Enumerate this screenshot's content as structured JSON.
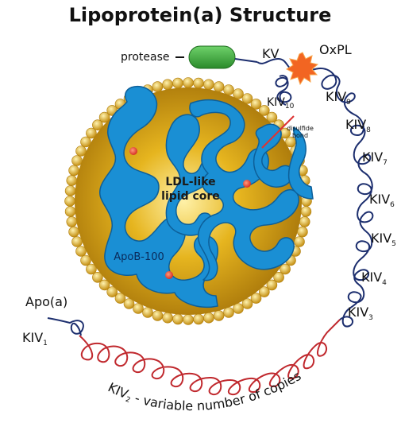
{
  "title": "Lipoprotein(a) Structure",
  "labels": {
    "protease": "protease",
    "kv": "KV",
    "oxpl": "OxPL",
    "disulfide": [
      "disulfide",
      "bond"
    ],
    "core": [
      "LDL-like",
      "lipid core"
    ],
    "apob": "ApoB-100",
    "apoa": "Apo(a)",
    "kiv2_caption": "- variable number of copies"
  },
  "kringles": [
    {
      "base": "KIV",
      "sub": "10"
    },
    {
      "base": "KIV",
      "sub": "9"
    },
    {
      "base": "KIV",
      "sub": "8"
    },
    {
      "base": "KIV",
      "sub": "7"
    },
    {
      "base": "KIV",
      "sub": "6"
    },
    {
      "base": "KIV",
      "sub": "5"
    },
    {
      "base": "KIV",
      "sub": "4"
    },
    {
      "base": "KIV",
      "sub": "3"
    },
    {
      "base": "KIV",
      "sub": "1"
    },
    {
      "base": "KIV",
      "sub": "2"
    }
  ],
  "colors": {
    "core_gold": "#d9a417",
    "surface_bead": "#e8b830",
    "apob_blue": "#1a8fd4",
    "apoa_navy": "#1c2e6e",
    "kiv2_red": "#c0282d",
    "protease_green": "#3aa83a",
    "oxpl_orange": "#f26522",
    "dot_red": "#e8453c"
  }
}
